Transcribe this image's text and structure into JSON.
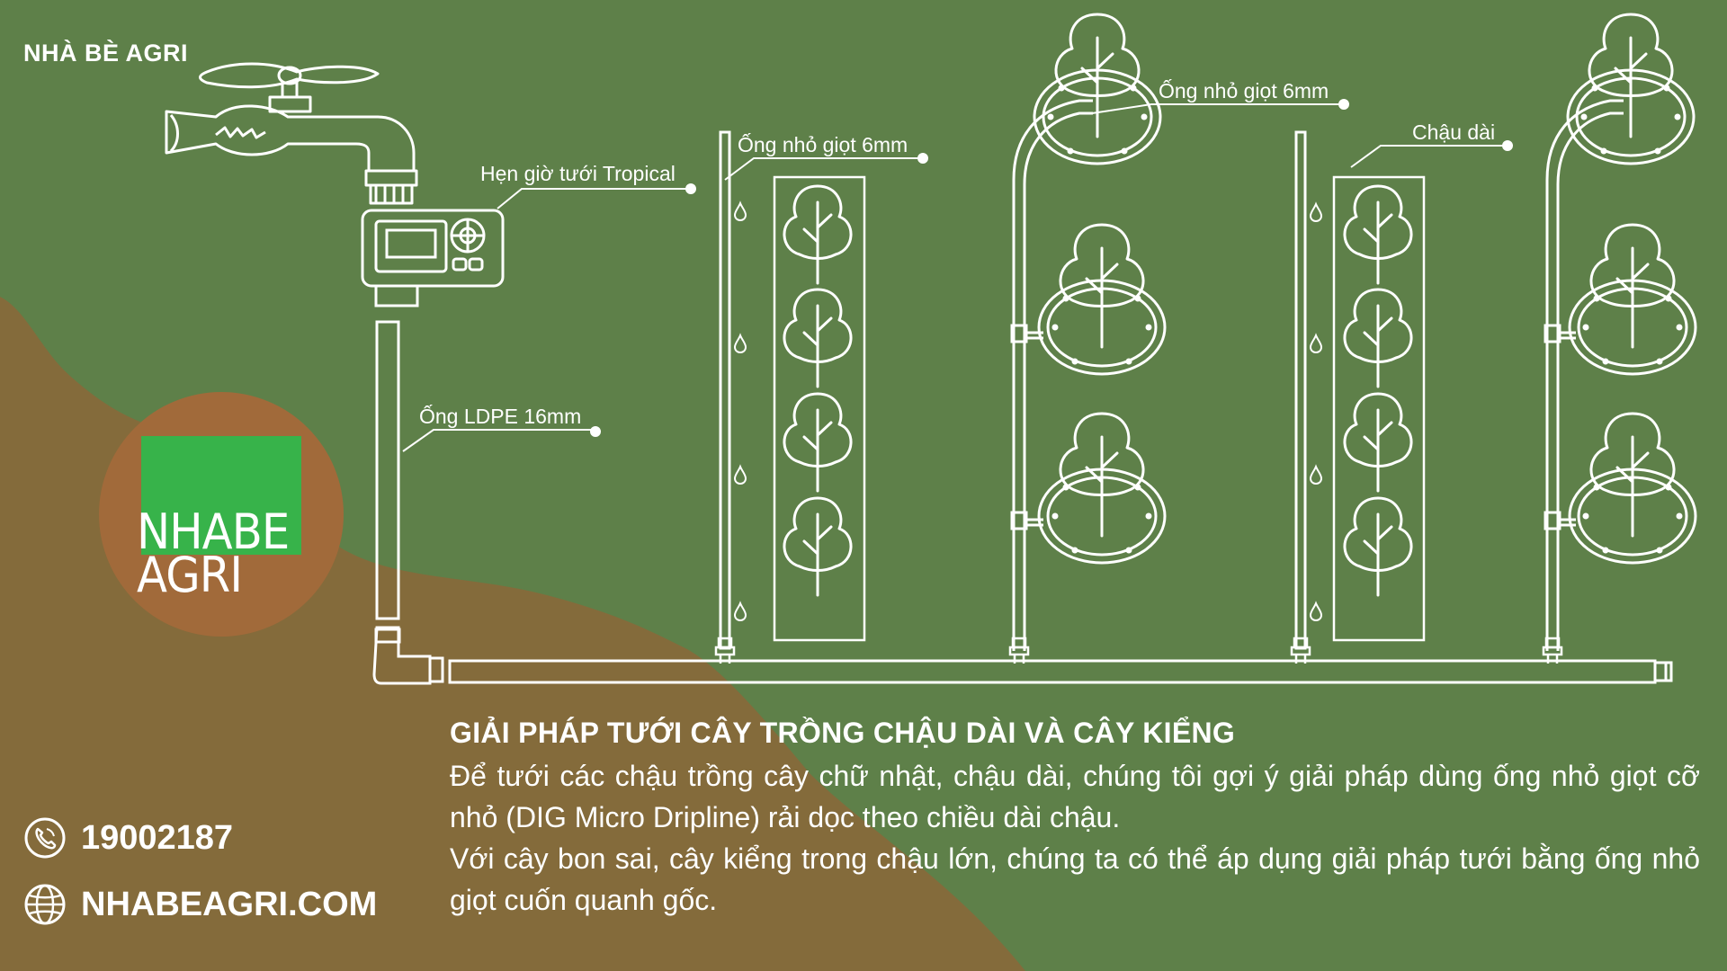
{
  "brand": {
    "title": "NHÀ BÈ AGRI",
    "logo_line1": "NHABE",
    "logo_line2": "AGRI"
  },
  "labels": {
    "timer": "Hẹn giờ tưới Tropical",
    "ldpe_pipe": "Ống LDPE 16mm",
    "drip_tube_left": "Ống nhỏ giọt 6mm",
    "drip_tube_right": "Ống nhỏ giọt 6mm",
    "long_pot": "Chậu dài"
  },
  "content": {
    "heading": "GIẢI PHÁP TƯỚI CÂY TRỒNG CHẬU DÀI VÀ CÂY KIỂNG",
    "paragraph1": "Để tưới các chậu trồng cây chữ nhật, chậu dài, chúng tôi gợi ý giải pháp dùng ống nhỏ giọt cỡ nhỏ (DIG Micro Dripline) rải dọc theo chiều dài chậu.",
    "paragraph2": "Với cây bon sai, cây kiểng trong chậu lớn, chúng ta có thể áp dụng giải pháp tưới bằng ống nhỏ giọt cuốn quanh gốc."
  },
  "contact": {
    "phone": "19002187",
    "website": "NHABEAGRI.COM",
    "phone_icon": "phone-icon",
    "web_icon": "globe-icon"
  },
  "colors": {
    "background_green": "#5e8049",
    "soil_brown": "#846b3b",
    "logo_circle": "#a16a3a",
    "logo_square": "#37b34a",
    "line_white": "#ffffff"
  }
}
